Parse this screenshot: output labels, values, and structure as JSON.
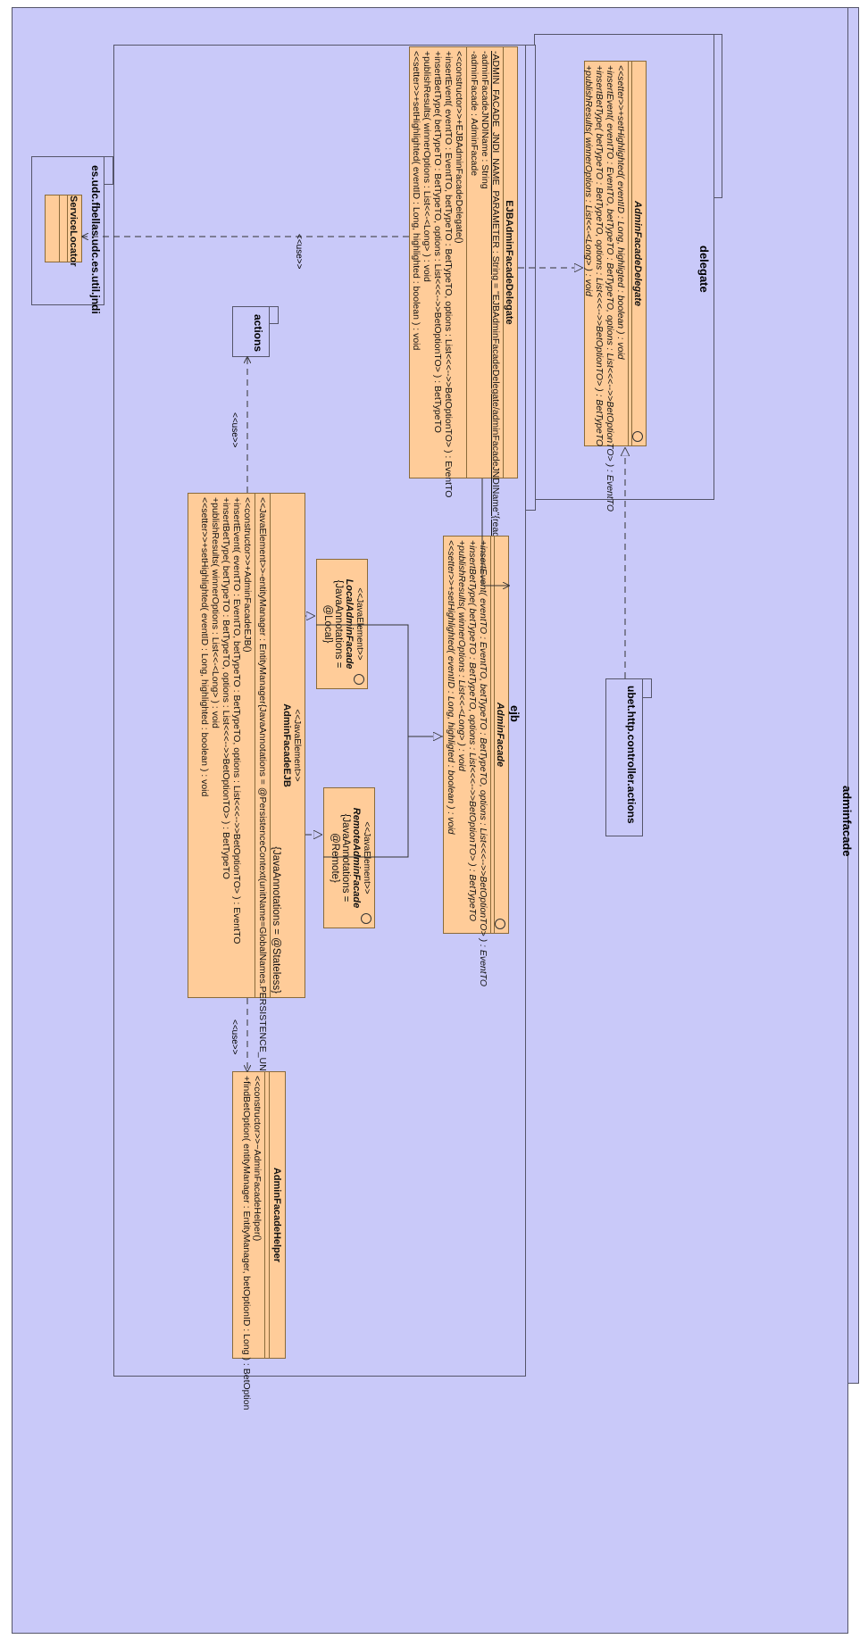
{
  "packages": {
    "adminfacade": "adminfacade",
    "delegate": "delegate",
    "ejb": "ejb",
    "actions": "actions",
    "controller_actions": "ubet.http.controller.actions",
    "jndi": "es.udc.fbellas.udc.es.util.jndi"
  },
  "relations": {
    "use_label": "<<use>>"
  },
  "classes": {
    "admin_facade_delegate": {
      "name": "AdminFacadeDelegate",
      "methods": [
        "<<setter>>+setHighlighted( eventID : Long, highligted : boolean ) : void",
        "+insertEvent( eventTO : EventTO, betTypeTO : BetTypeTO, options : List<<<-->>BetOptionTO> ) : EventTO",
        "+insertBetType( betTypeTO : BetTypeTO, options : List<<<-->>BetOptionTO> ) : BetTypeTO",
        "+publishResults( winnerOptions : List<<-<Long> ) : void"
      ]
    },
    "ejb_admin_facade_delegate": {
      "name": "EJBAdminFacadeDelegate",
      "attributes": [
        "-ADMIN_FACADE_JNDI_NAME_PARAMETER : String = \"EJBAdminFacadeDelegate/adminFacadeJNDIName\"{readOnly}",
        "-adminFacadeJNDIName : String",
        "-adminFacade : AdminFacade"
      ],
      "methods": [
        "<<constructor>>+EJBAdminFacadeDelegate()",
        "+insertEvent( eventTO : EventTO, betTypeTO : BetTypeTO, options : List<<<-->>BetOptionTO> ) : EventTO",
        "+insertBetType( betTypeTO : BetTypeTO, options : List<<<-->>BetOptionTO> ) : BetTypeTO",
        "+publishResults( winnerOptions : List<<-<Long> ) : void",
        "<<setter>>+setHighlighted( eventID : Long, highlighted : boolean ) : void"
      ]
    },
    "admin_facade": {
      "name": "AdminFacade",
      "methods": [
        "+insertEvent( eventTO : EventTO, betTypeTO : BetTypeTO, options : List<<<-->>BetOptionTO> ) : EventTO",
        "+insertBetType( betTypeTO : BetTypeTO, options : List<<<-->>BetOptionTO> ) : BetTypeTO",
        "+publishResults( winnerOptions : List<<-<Long> ) : void",
        "<<setter>>+setHighlighted( eventID : Long, highligted : boolean ) : void"
      ]
    },
    "local_admin_facade": {
      "stereotype": "<<JavaElement>>",
      "name": "LocalAdminFacade",
      "tagged": "{JavaAnnotations = @Local}"
    },
    "remote_admin_facade": {
      "stereotype": "<<JavaElement>>",
      "name": "RemoteAdminFacade",
      "tagged": "{JavaAnnotations = @Remote}"
    },
    "admin_facade_ejb": {
      "stereotype": "<<JavaElement>>",
      "name": "AdminFacadeEJB",
      "tagged": "{JavaAnnotations = @Stateless}",
      "attributes": [
        "<<JavaElement>>-entityManager : EntityManager{JavaAnnotations = @PersistenceContext(unitName=GlobalNames.PERSISTENCE_UNIT)}"
      ],
      "methods": [
        "<<constructor>>+AdminFacadeEJB()",
        "+insertEvent( eventTO : EventTO, betTypeTO : BetTypeTO, options : List<<<-->>BetOptionTO> ) : EventTO",
        "+insertBetType( betTypeTO : BetTypeTO, options : List<<<-->>BetOptionTO> ) : BetTypeTO",
        "+publishResults( winnerOptions : List<<-<Long> ) : void",
        "<<setter>>+setHighlighted( eventID : Long, highlighted : boolean ) : void"
      ]
    },
    "admin_facade_helper": {
      "name": "AdminFacadeHelper",
      "methods": [
        "<<constructor>>~AdminFacadeHelper()",
        "+findBetOption( entityManager : EntityManager, betOptionID : Long ) : BetOption"
      ]
    },
    "service_locator": {
      "name": "ServiceLocator"
    }
  }
}
